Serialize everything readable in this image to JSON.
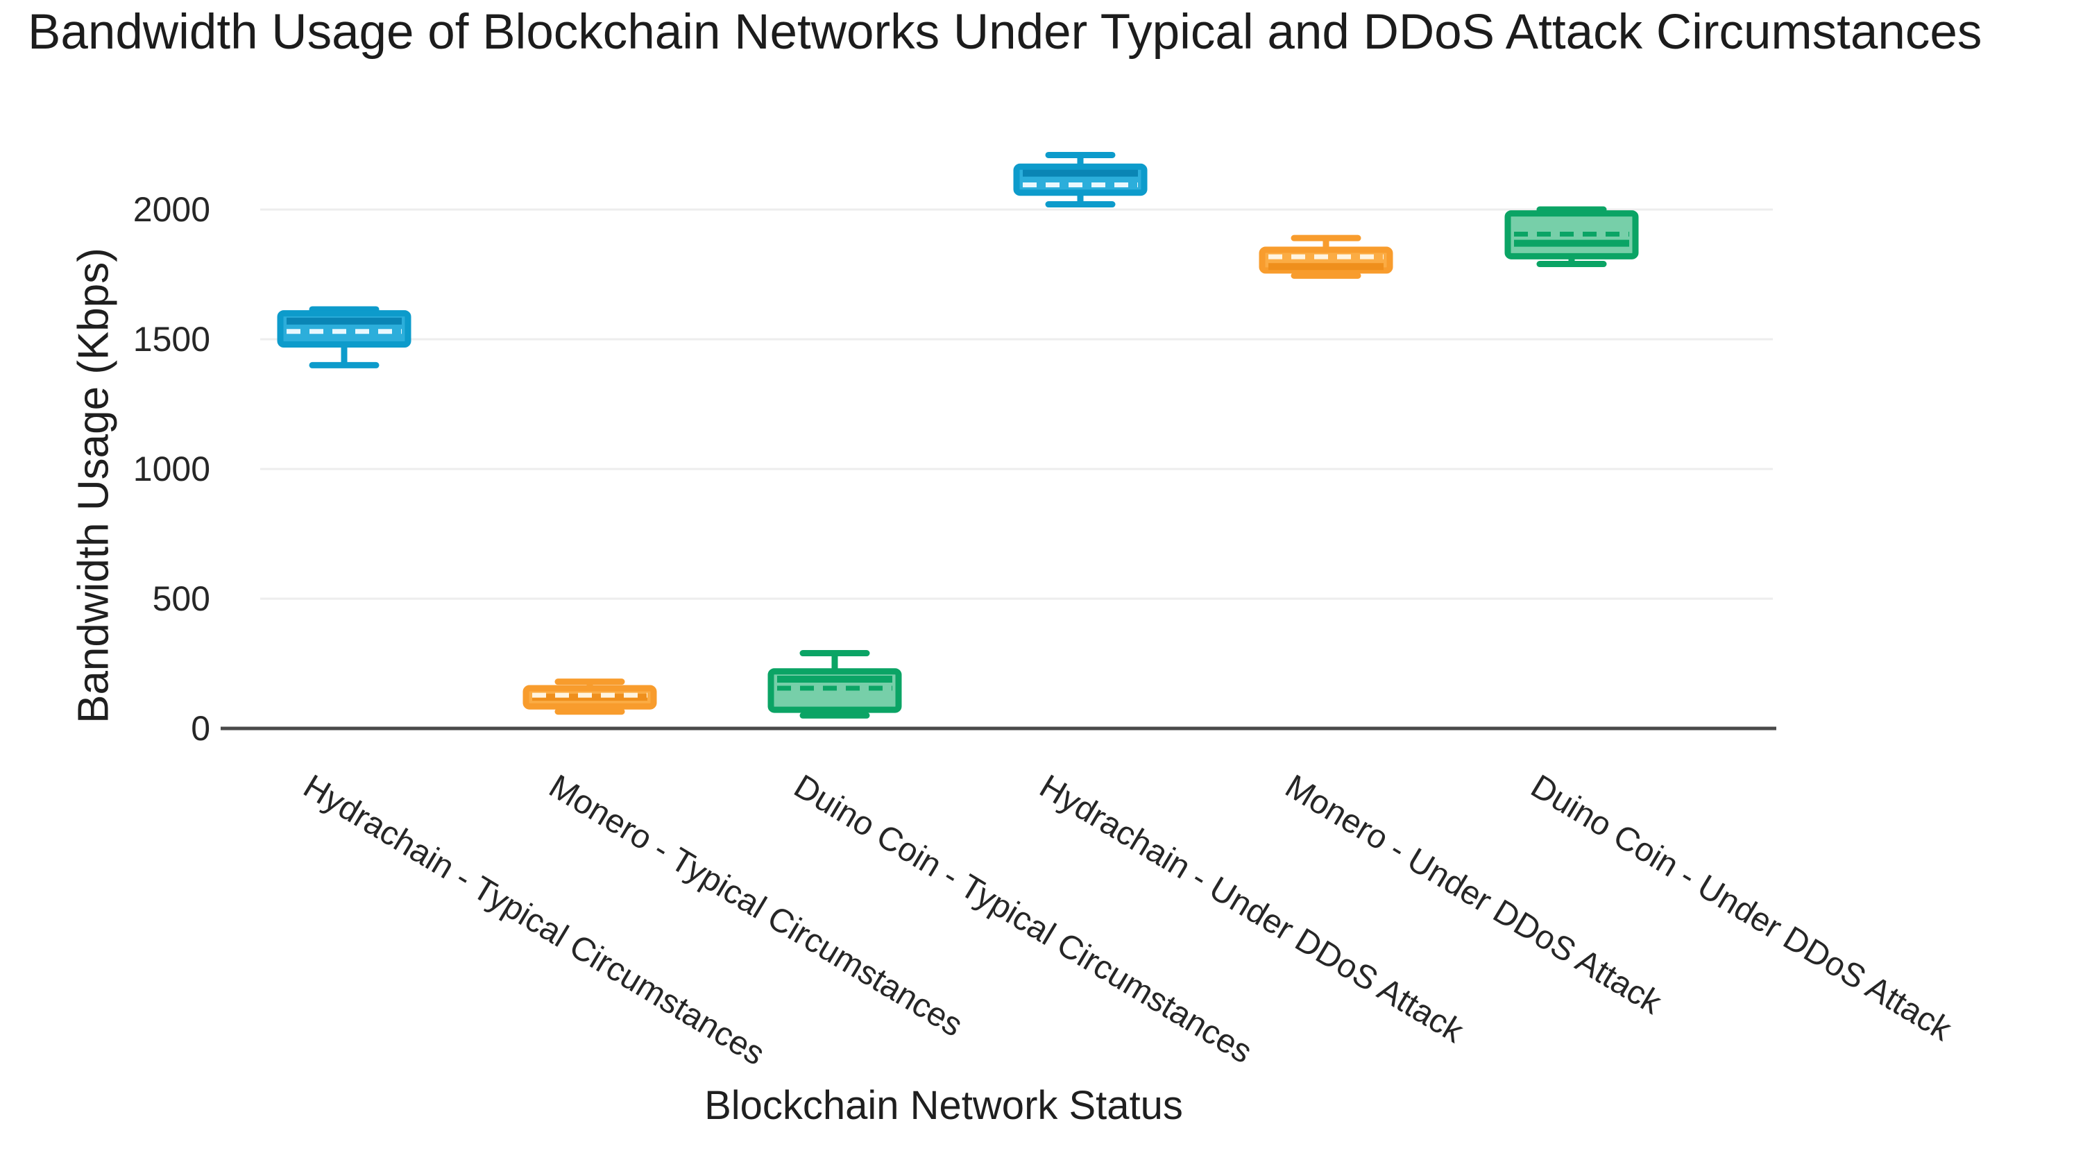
{
  "title": "Bandwidth Usage of Blockchain Networks Under Typical and DDoS Attack Circumstances",
  "chart_data": {
    "type": "box",
    "title": "Bandwidth Usage of Blockchain Networks Under Typical and DDoS Attack Circumstances",
    "xlabel": "Blockchain Network Status",
    "ylabel": "Bandwidth Usage (Kbps)",
    "ylim": [
      0,
      2250
    ],
    "yticks": [
      0,
      500,
      1000,
      1500,
      2000
    ],
    "grid": true,
    "legend_position": "none",
    "categories": [
      "Hydrachain - Typical Circumstances",
      "Monero - Typical Circumstances",
      "Duino Coin - Typical Circumstances",
      "Hydrachain - Under DDoS Attack",
      "Monero - Under DDoS Attack",
      "Duino Coin - Under DDoS Attack"
    ],
    "palette": {
      "blue": {
        "line": "#0D9BCB",
        "fill": "#2CAEDB",
        "median": "#0A85B5",
        "mean_dash": "#EAF8FE"
      },
      "orange": {
        "line": "#F89C2D",
        "fill": "#FBAC44",
        "median": "#EF8F1C",
        "mean_dash": "#FFF4E0"
      },
      "green": {
        "line": "#0BA465",
        "fill": "#77CFA9",
        "median": "#0BA465",
        "mean_dash": "#0BA465"
      }
    },
    "series": [
      {
        "category": "Hydrachain - Typical Circumstances",
        "color": "blue",
        "whisker_low": 1400,
        "q1": 1480,
        "median": 1570,
        "mean": 1530,
        "q3": 1600,
        "whisker_high": 1615
      },
      {
        "category": "Monero - Typical Circumstances",
        "color": "orange",
        "whisker_low": 65,
        "q1": 85,
        "median": 120,
        "mean": 128,
        "q3": 155,
        "whisker_high": 180
      },
      {
        "category": "Duino Coin - Typical Circumstances",
        "color": "green",
        "whisker_low": 50,
        "q1": 72,
        "median": 190,
        "mean": 155,
        "q3": 220,
        "whisker_high": 290
      },
      {
        "category": "Hydrachain - Under DDoS Attack",
        "color": "blue",
        "whisker_low": 2020,
        "q1": 2065,
        "median": 2140,
        "mean": 2095,
        "q3": 2165,
        "whisker_high": 2210
      },
      {
        "category": "Monero - Under DDoS Attack",
        "color": "orange",
        "whisker_low": 1745,
        "q1": 1765,
        "median": 1780,
        "mean": 1818,
        "q3": 1845,
        "whisker_high": 1890
      },
      {
        "category": "Duino Coin - Under DDoS Attack",
        "color": "green",
        "whisker_low": 1790,
        "q1": 1820,
        "median": 1870,
        "mean": 1905,
        "q3": 1985,
        "whisker_high": 2000
      }
    ]
  }
}
